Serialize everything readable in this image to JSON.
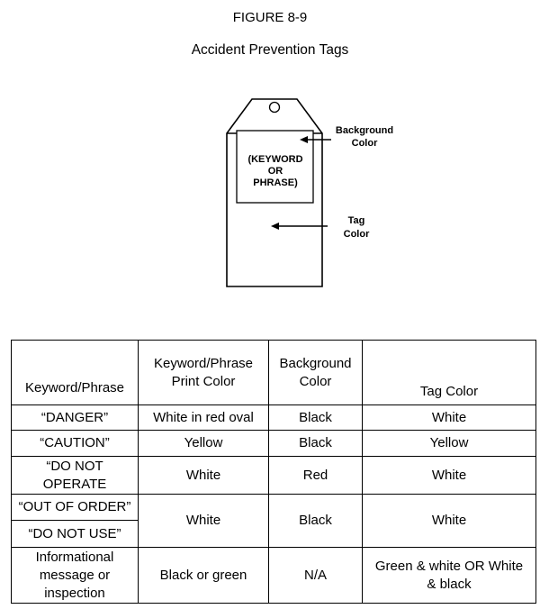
{
  "figure": {
    "number": "FIGURE 8-9",
    "title": "Accident Prevention Tags"
  },
  "diagram": {
    "inner_text": [
      "(KEYWORD",
      "OR",
      "PHRASE)"
    ],
    "background_label": [
      "Background",
      "Color"
    ],
    "tag_label": [
      "Tag",
      "Color"
    ]
  },
  "table": {
    "headers": {
      "keyword": "Keyword/Phrase",
      "print_color": [
        "Keyword/Phrase",
        "Print Color"
      ],
      "background": [
        "Background",
        "Color"
      ],
      "tag_color": "Tag Color"
    },
    "rows": [
      {
        "keyword": [
          "“DANGER”"
        ],
        "print": [
          "White in red oval"
        ],
        "background": [
          "Black"
        ],
        "tag": [
          "White"
        ]
      },
      {
        "keyword": [
          "“CAUTION”"
        ],
        "print": [
          "Yellow"
        ],
        "background": [
          "Black"
        ],
        "tag": [
          "Yellow"
        ]
      },
      {
        "keyword": [
          "“DO NOT",
          "OPERATE"
        ],
        "print": [
          "White"
        ],
        "background": [
          "Red"
        ],
        "tag": [
          "White"
        ]
      },
      {
        "keyword": [
          "“OUT OF ORDER”"
        ],
        "print": [
          "White"
        ],
        "background": [
          "Black"
        ],
        "tag": [
          "White"
        ]
      },
      {
        "keyword": [
          "“DO NOT USE”"
        ]
      },
      {
        "keyword": [
          "Informational",
          "message or",
          "inspection"
        ],
        "print": [
          "Black or green"
        ],
        "background": [
          "N/A"
        ],
        "tag": [
          "Green & white OR White",
          "& black"
        ]
      }
    ]
  }
}
